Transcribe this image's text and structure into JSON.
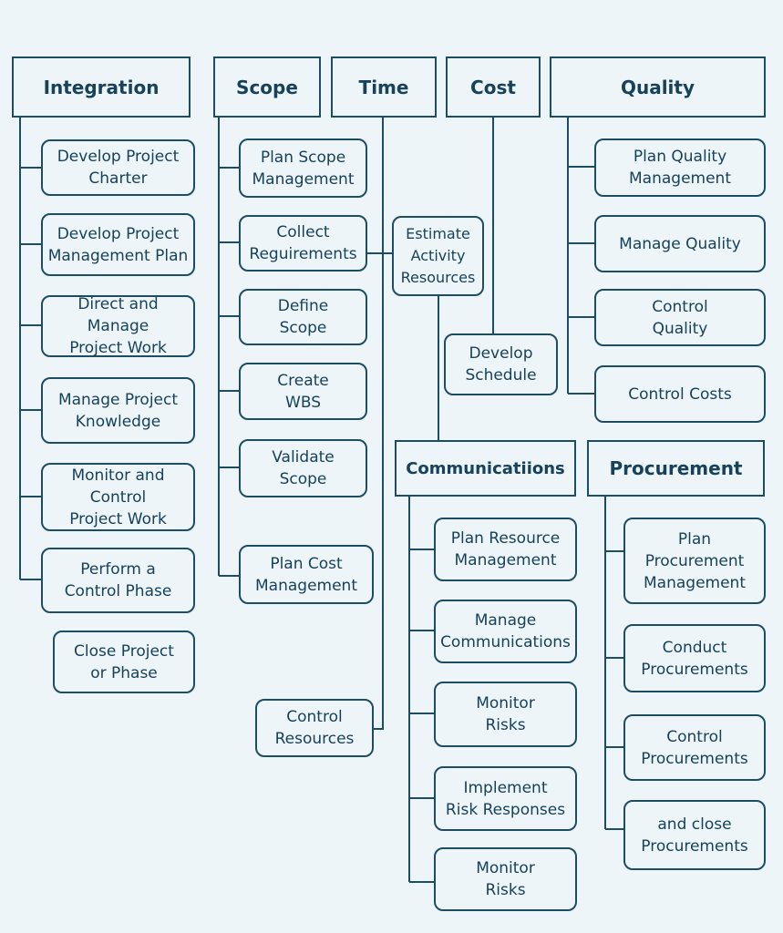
{
  "headers": {
    "integration": "Integration",
    "scope": "Scope",
    "time": "Time",
    "cost": "Cost",
    "quality": "Quality",
    "communications": "Communicatiions",
    "procurement": "Procurement"
  },
  "integration": [
    "Develop Project\nCharter",
    "Develop Project\nManagement Plan",
    "Direct and Manage\nProject Work",
    "Manage Project\nKnowledge",
    "Monitor and Control\nProject Work",
    "Perform a\nControl Phase",
    "Close Project\nor Phase"
  ],
  "scope": [
    "Plan Scope\nManagement",
    "Collect\nReguirements",
    "Define\nScope",
    "Create\nWBS",
    "Validate\nScope",
    "Plan Cost\nManagement"
  ],
  "time": [
    "Estimate\nActivity\nResources",
    "Control\nResources"
  ],
  "cost": [
    "Develop\nSchedule"
  ],
  "quality": [
    "Plan Quality\nManagement",
    "Manage Quality",
    "Control\nQuality",
    "Control Costs"
  ],
  "communications": [
    "Plan Resource\nManagement",
    "Manage\nCommunications",
    "Monitor\nRisks",
    "Implement\nRisk Responses",
    "Monitor\nRisks"
  ],
  "procurement": [
    "Plan\nProcurement\nManagement",
    "Conduct\nProcurements",
    "Control\nProcurements",
    "and close\nProcurements"
  ]
}
